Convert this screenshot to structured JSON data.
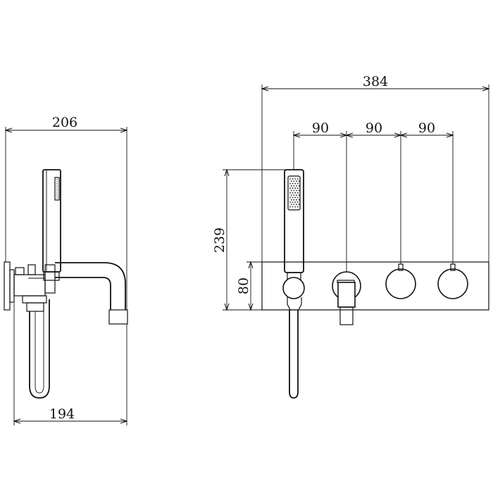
{
  "dimensions": {
    "side_top_width": "206",
    "side_bottom_width": "194",
    "front_total_width": "384",
    "front_spacing_1": "90",
    "front_spacing_2": "90",
    "front_spacing_3": "90",
    "front_total_height": "239",
    "front_plate_height": "80"
  },
  "colors": {
    "line": "#111111",
    "background": "#ffffff"
  }
}
